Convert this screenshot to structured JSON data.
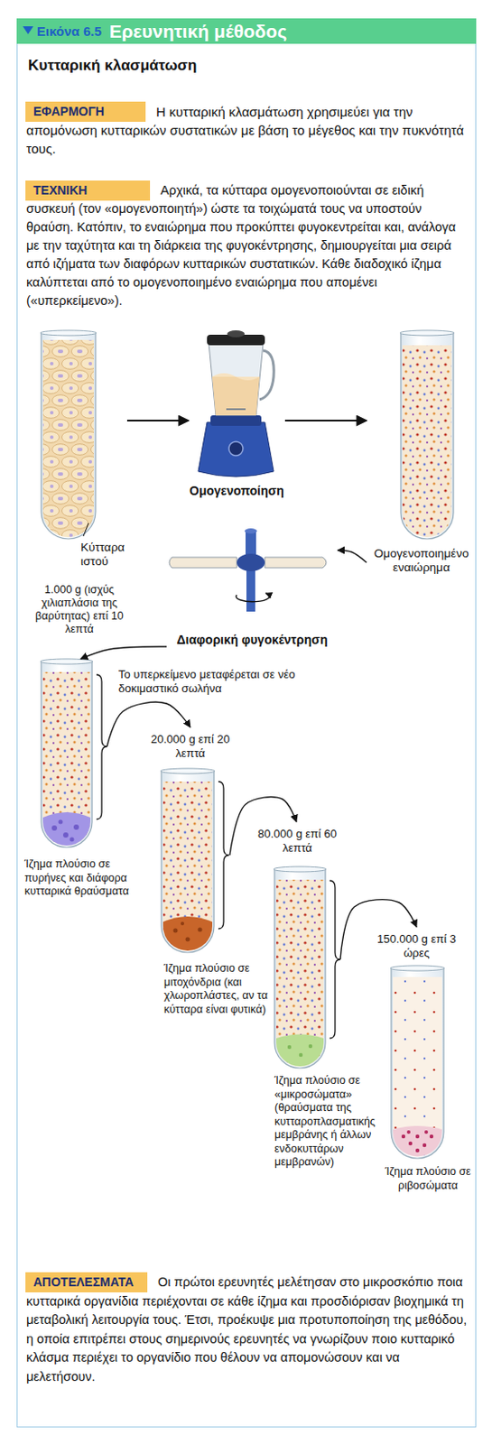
{
  "diagram": {
    "title": "Ερευνητική μέθοδος",
    "nodes": [
      {
        "text": [
          "ΕΦΑΡΜΟΓΗ"
        ]
      },
      {
        "text": [
          "ΤΕΧΝΙΚΗ"
        ]
      },
      {
        "text": [
          "Κύτταρα ιστού"
        ]
      },
      {
        "text": [
          "Ομογενοποίηση"
        ]
      },
      {
        "text": [
          "Ομογενοποιημένο εναιώρημα"
        ]
      },
      {
        "text": [
          "Διαφορική φυγοκέντρηση"
        ]
      },
      {
        "text": [
          "1.000 g (ισχύς χιλιαπλάσια της βαρύτητας) επί 10 λεπτά",
          "Ίζημα πλούσιο σε πυρήνες και διάφορα κυτταρικά θραύσματα"
        ]
      },
      {
        "text": [
          "20.000 g επί 20 λεπτά",
          "Ίζημα πλούσιο σε μιτοχόνδρια (και χλωροπλάστες, αν τα κύτταρα είναι φυτικά)"
        ]
      },
      {
        "text": [
          "80.000 g επί 60 λεπτά",
          "Ίζημα πλούσιο σε «μικροσώματα» (θραύσματα της κυτταροπλασματικής μεμβράνης ή άλλων ενδοκυττάρων μεμβρανών)"
        ]
      },
      {
        "text": [
          "150.000 g επί 3 ώρες",
          "Ίζημα πλούσιο σε ριβοσώματα"
        ]
      },
      {
        "text": [
          "ΑΠΟΤΕΛΕΣΜΑΤΑ"
        ]
      }
    ],
    "edges": [
      {
        "from": 2,
        "to": 3,
        "arrow": "to"
      },
      {
        "from": 3,
        "to": 4,
        "arrow": "to"
      },
      {
        "from": 4,
        "to": 5,
        "arrow": "to"
      },
      {
        "from": 5,
        "to": 6,
        "arrow": "to"
      },
      {
        "from": 6,
        "to": 7,
        "label": "Το υπερκείμενο μεταφέρεται σε νέο δοκιμαστικό σωλήνα",
        "arrow": "to"
      },
      {
        "from": 7,
        "to": 8,
        "arrow": "to"
      },
      {
        "from": 8,
        "to": 9,
        "arrow": "to"
      }
    ],
    "labels": [
      "Εικόνα 6.5",
      "Κυτταρική κλασμάτωση",
      "Η κυτταρική κλασμάτωση χρησιμεύει για την απομόνωση κυτταρικών συστατικών με βάση το μέγεθος και την πυκνότητά τους.",
      "Αρχικά, τα κύτταρα ομογενοποιούνται σε ειδική συσκευή (τον «ομογενοποιητή») ώστε τα τοιχώματά τους να υποστούν θραύση. Κατόπιν, το εναιώρημα που προκύπτει φυγοκεντρείται και, ανάλογα με την ταχύτητα και τη διάρκεια της φυγοκέντρησης, δημιουργείται μια σειρά από ιζήματα των διαφόρων κυτταρικών συστατικών. Κάθε διαδοχικό ίζημα καλύπτεται από το ομογενοποιημένο εναιώρημα που απομένει («υπερκείμενο»).",
      "Οι πρώτοι ερευνητές μελέτησαν στο μικροσκόπιο ποια κυτταρικά οργανίδια περιέχονται σε κάθε ίζημα και προσδιόρισαν βιοχημικά τη μεταβολική λειτουργία τους. Έτσι, προέκυψε μια προτυποποίηση της μεθόδου, η οποία επιτρέπει στους σημερινούς ερευνητές να γνωρίζουν ποιο κυτταρικό κλάσμα περιέχει το οργανίδιο που θέλουν να απομονώσουν και να μελετήσουν."
    ]
  }
}
